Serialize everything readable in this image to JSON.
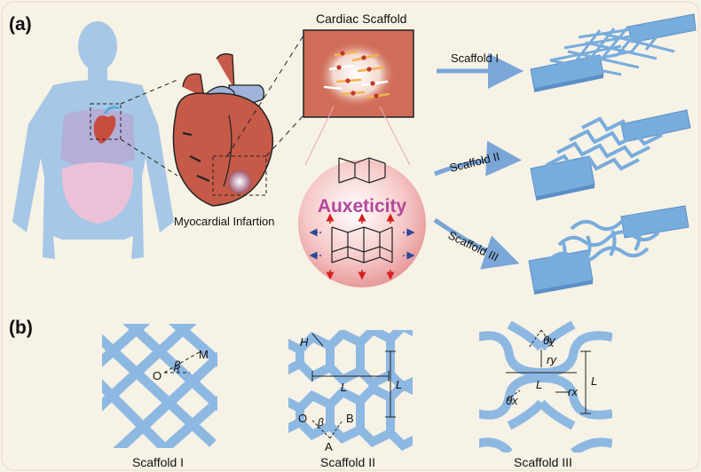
{
  "panel_a": {
    "label": "(a)",
    "cardiac_scaffold_title": "Cardiac Scaffold",
    "infarction_label": "Myocardial Infartion",
    "auxeticity_label": "Auxeticity",
    "arrow_labels": [
      "Scaffold I",
      "Scaffold II",
      "Scaffold III"
    ]
  },
  "panel_b": {
    "label": "(b)",
    "scaffold_names": [
      "Scaffold I",
      "Scaffold II",
      "Scaffold III"
    ],
    "s1_symbols": {
      "m": "M",
      "o": "O",
      "beta": "β"
    },
    "s2_symbols": {
      "h": "H",
      "l_horizontal": "L",
      "l_vertical": "L",
      "o": "O",
      "beta": "β",
      "b": "B",
      "a": "A"
    },
    "s3_symbols": {
      "theta_y": "θy",
      "r_y": "ry",
      "l_horizontal": "L",
      "l_vertical": "L",
      "r_x": "rx",
      "theta_x": "θx"
    }
  },
  "colors": {
    "background": "#f7f2e6",
    "body_blue": "#a6c7e6",
    "scaffold_blue": "#78acdc",
    "scaffold_dark": "#5b8fc7",
    "heart_red": "#c55a48",
    "patch_red": "#d06d58",
    "auxetic_purple": "#b5479a"
  }
}
